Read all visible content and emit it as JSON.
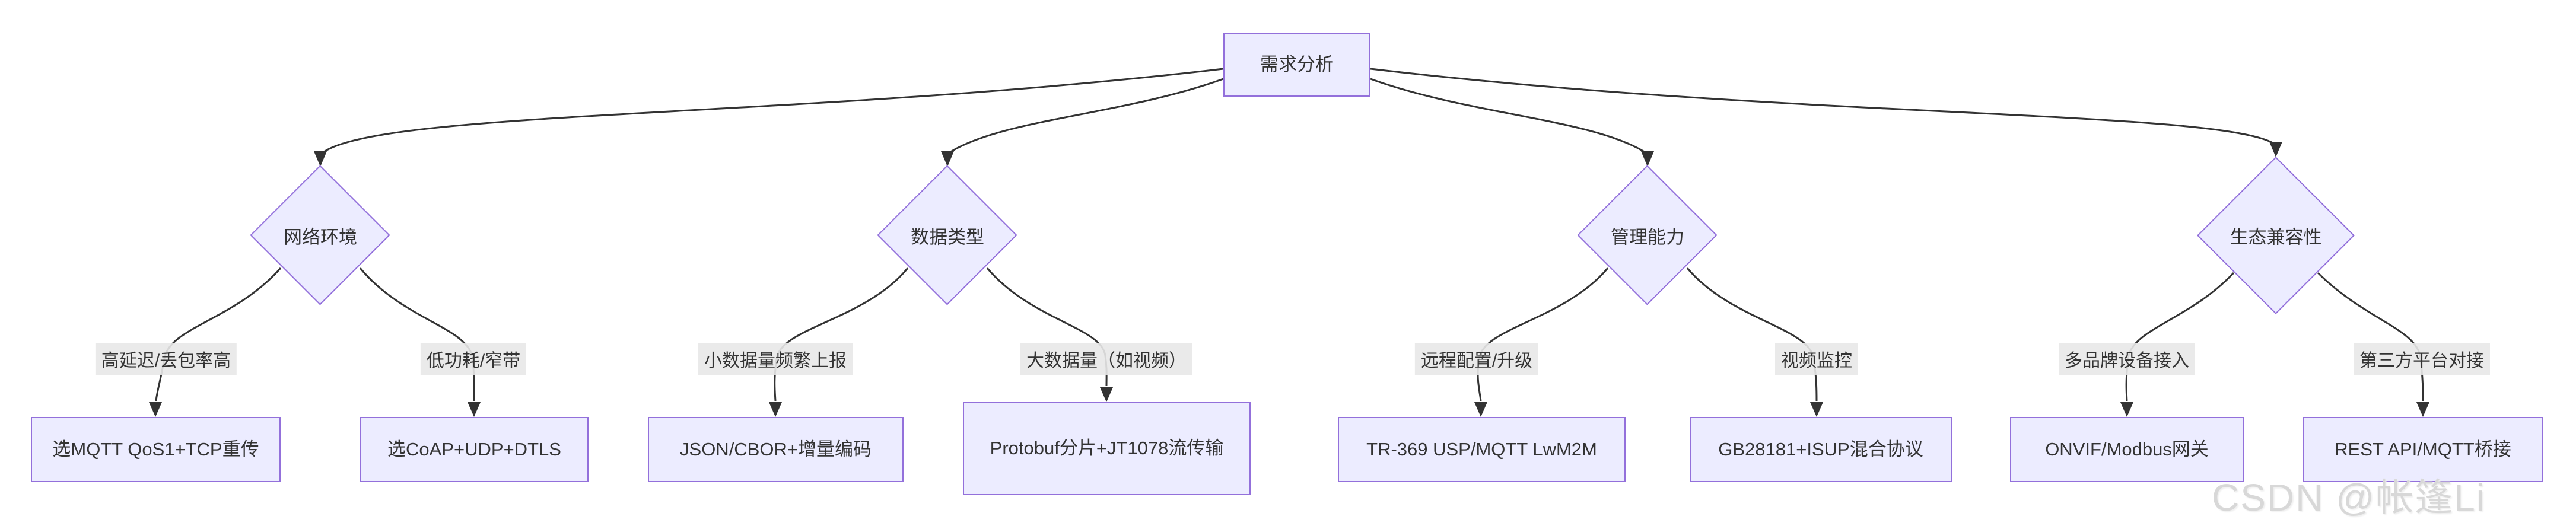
{
  "diagram": {
    "root": {
      "label": "需求分析"
    },
    "branches": [
      {
        "decision": "网络环境",
        "cases": [
          {
            "condition": "高延迟/丢包率高",
            "result": "选MQTT QoS1+TCP重传"
          },
          {
            "condition": "低功耗/窄带",
            "result": "选CoAP+UDP+DTLS"
          }
        ]
      },
      {
        "decision": "数据类型",
        "cases": [
          {
            "condition": "小数据量频繁上报",
            "result": "JSON/CBOR+增量编码"
          },
          {
            "condition": "大数据量（如视频）",
            "result": "Protobuf分片+JT1078流传输"
          }
        ]
      },
      {
        "decision": "管理能力",
        "cases": [
          {
            "condition": "远程配置/升级",
            "result": "TR-369 USP/MQTT LwM2M"
          },
          {
            "condition": "视频监控",
            "result": "GB28181+ISUP混合协议"
          }
        ]
      },
      {
        "decision": "生态兼容性",
        "cases": [
          {
            "condition": "多品牌设备接入",
            "result": "ONVIF/Modbus网关"
          },
          {
            "condition": "第三方平台对接",
            "result": "REST API/MQTT桥接"
          }
        ]
      }
    ],
    "watermark": "CSDN @帐篷Li",
    "colors": {
      "node_fill": "#ECECFF",
      "node_border": "#9370DB",
      "edge": "#333333",
      "edge_label_bg": "#e8e8e8",
      "text": "#333333",
      "watermark": "#d8d8d8"
    }
  }
}
